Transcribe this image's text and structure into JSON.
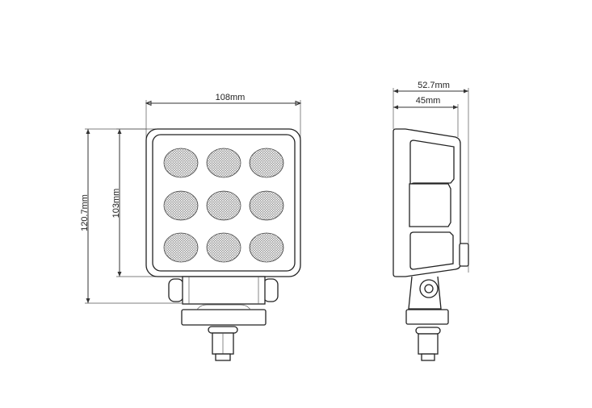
{
  "front_view": {
    "width_label": "108mm",
    "housing_height_label": "103mm",
    "total_height_label": "120.7mm",
    "lens_rows": 3,
    "lens_cols": 3
  },
  "side_view": {
    "total_depth_label": "52.7mm",
    "housing_depth_label": "45mm"
  },
  "colors": {
    "line": "#222222",
    "background": "#ffffff"
  }
}
